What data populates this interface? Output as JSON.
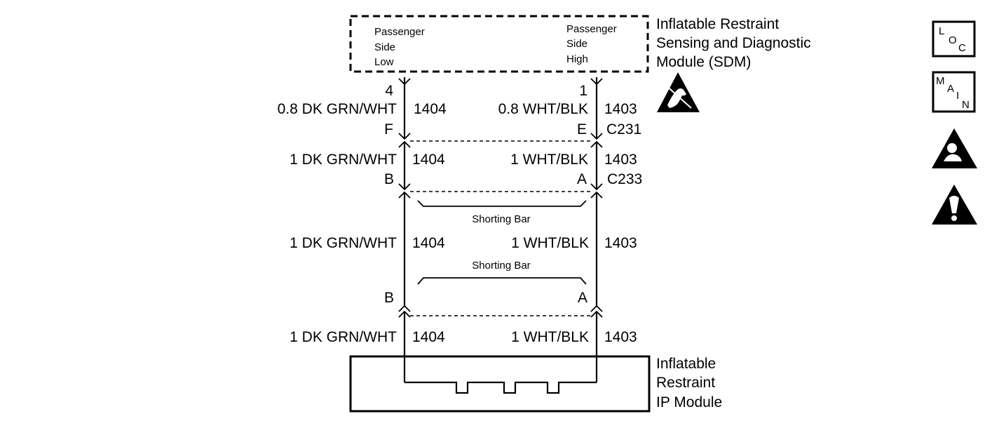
{
  "sdm": {
    "title_lines": [
      "Inflatable Restraint",
      "Sensing and Diagnostic",
      "Module (SDM)"
    ],
    "left_pin_lines": [
      "Passenger",
      "Side",
      "Low"
    ],
    "right_pin_lines": [
      "Passenger",
      "Side",
      "High"
    ]
  },
  "ip_module": {
    "title_lines": [
      "Inflatable",
      "Restraint",
      "IP Module"
    ]
  },
  "sdm_pins": {
    "left": "4",
    "right": "1"
  },
  "segments": [
    {
      "left_wire": "0.8 DK GRN/WHT",
      "left_circuit": "1404",
      "right_wire": "0.8 WHT/BLK",
      "right_circuit": "1403"
    },
    {
      "left_wire": "1 DK GRN/WHT",
      "left_circuit": "1404",
      "right_wire": "1 WHT/BLK",
      "right_circuit": "1403"
    },
    {
      "left_wire": "1 DK GRN/WHT",
      "left_circuit": "1404",
      "right_wire": "1 WHT/BLK",
      "right_circuit": "1403"
    },
    {
      "left_wire": "1 DK GRN/WHT",
      "left_circuit": "1404",
      "right_wire": "1 WHT/BLK",
      "right_circuit": "1403"
    }
  ],
  "connectors": [
    {
      "name": "C231",
      "left_pin": "F",
      "right_pin": "E"
    },
    {
      "name": "C233",
      "left_pin": "B",
      "right_pin": "A"
    }
  ],
  "lower_connector_pins": {
    "left": "B",
    "right": "A"
  },
  "shorting_bars": [
    "Shorting Bar",
    "Shorting Bar"
  ],
  "side_icons": {
    "loc_letters": [
      "L",
      "O",
      "C"
    ],
    "main_letters": [
      "M",
      "A",
      "I",
      "N"
    ],
    "icon_names": [
      "loc-icon",
      "main-icon",
      "airbag-warning-icon",
      "caution-icon"
    ]
  },
  "esd_icon": "esd-sensitive-icon"
}
